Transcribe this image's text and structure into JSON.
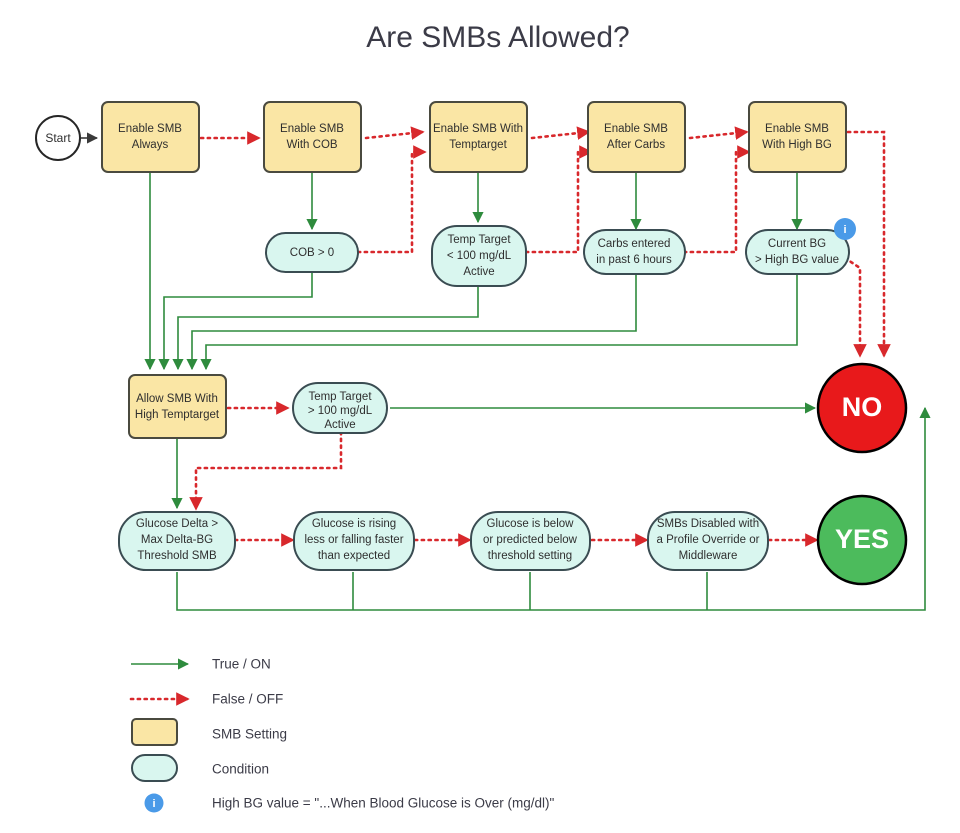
{
  "title": "Are SMBs Allowed?",
  "nodes": {
    "start": {
      "label": "Start",
      "type": "terminator"
    },
    "settings": [
      {
        "id": "enable-smb-always",
        "lines": [
          "Enable SMB",
          "Always"
        ]
      },
      {
        "id": "enable-smb-with-cob",
        "lines": [
          "Enable SMB",
          "With COB"
        ]
      },
      {
        "id": "enable-smb-with-temptarget",
        "lines": [
          "Enable SMB With",
          "Temptarget"
        ]
      },
      {
        "id": "enable-smb-after-carbs",
        "lines": [
          "Enable SMB",
          "After Carbs"
        ]
      },
      {
        "id": "enable-smb-with-high-bg",
        "lines": [
          "Enable SMB",
          "With High BG"
        ]
      },
      {
        "id": "allow-smb-with-high-temptarget",
        "lines": [
          "Allow SMB With",
          "High Temptarget"
        ]
      }
    ],
    "conditions": [
      {
        "id": "cob-greater-than-zero",
        "lines": [
          "COB > 0"
        ]
      },
      {
        "id": "temp-target-below-100-active",
        "lines": [
          "Temp Target",
          "< 100 mg/dL",
          "Active"
        ]
      },
      {
        "id": "carbs-entered-past-6-hours",
        "lines": [
          "Carbs entered",
          "in past 6 hours"
        ]
      },
      {
        "id": "current-bg-above-high-bg-value",
        "lines": [
          "Current BG",
          "> High BG value"
        ],
        "badge": "i"
      },
      {
        "id": "temp-target-above-100-active",
        "lines": [
          "Temp Target",
          "> 100 mg/dL",
          "Active"
        ]
      },
      {
        "id": "glucose-delta-above-max-delta-bg",
        "lines": [
          "Glucose Delta >",
          "Max Delta-BG",
          "Threshold SMB"
        ]
      },
      {
        "id": "glucose-rising-less-falling-faster",
        "lines": [
          "Glucose is rising",
          "less or falling faster",
          "than expected"
        ]
      },
      {
        "id": "glucose-below-or-predicted-below",
        "lines": [
          "Glucose is below",
          "or predicted below",
          "threshold setting"
        ]
      },
      {
        "id": "smbs-disabled-profile-override",
        "lines": [
          "SMBs Disabled with",
          "a Profile Override or",
          "Middleware"
        ]
      }
    ],
    "terminals": [
      {
        "id": "no",
        "label": "NO",
        "color": "#e8191b"
      },
      {
        "id": "yes",
        "label": "YES",
        "color": "#4cbb5c"
      }
    ]
  },
  "legend": {
    "items": [
      {
        "id": "true-on",
        "kind": "solid-arrow",
        "label": "True / ON",
        "color": "#2e8b3d"
      },
      {
        "id": "false-off",
        "kind": "dotted-arrow",
        "label": "False / OFF",
        "color": "#d8282c"
      },
      {
        "id": "smb-setting",
        "kind": "box-swatch",
        "label": "SMB Setting",
        "color": "#fae6a5"
      },
      {
        "id": "condition",
        "kind": "pill-swatch",
        "label": "Condition",
        "color": "#d9f6ef"
      },
      {
        "id": "high-bg-note",
        "kind": "info-badge",
        "label": "High BG value = \"...When Blood Glucose is Over (mg/dl)\"",
        "color": "#4a9ae8"
      }
    ]
  },
  "colors": {
    "setting_fill": "#fae6a5",
    "setting_stroke": "#4a4a3f",
    "condition_fill": "#d9f6ef",
    "condition_stroke": "#3a4c52",
    "true_edge": "#2e8b3d",
    "false_edge": "#d8282c",
    "no_fill": "#e8191b",
    "yes_fill": "#4cbb5c",
    "info_badge": "#4a9ae8",
    "title_text": "#3b3b47"
  }
}
